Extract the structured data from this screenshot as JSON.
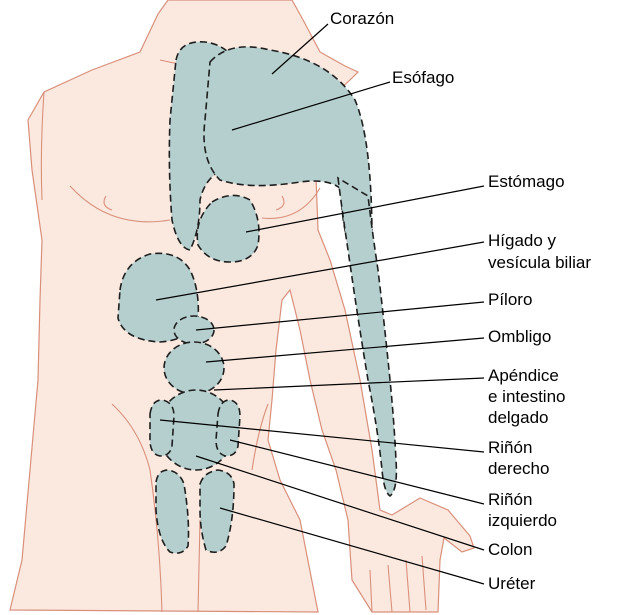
{
  "colors": {
    "skin": "#fbe9e0",
    "skin_outline": "#d98f7a",
    "pain_zone": "#b5cfcf",
    "zone_border": "#1e1e1e",
    "leader_line": "#000000"
  },
  "labels": {
    "corazon": "Corazón",
    "esofago": "Esófago",
    "estomago": "Estómago",
    "higado_1": "Hígado y",
    "higado_2": "vesícula biliar",
    "piloro": "Píloro",
    "ombligo": "Ombligo",
    "apendice_1": "Apéndice",
    "apendice_2": "e intestino",
    "apendice_3": "delgado",
    "rinon_der_1": "Riñón",
    "rinon_der_2": "derecho",
    "rinon_izq_1": "Riñón",
    "rinon_izq_2": "izquierdo",
    "colon": "Colon",
    "ureter": "Uréter"
  }
}
